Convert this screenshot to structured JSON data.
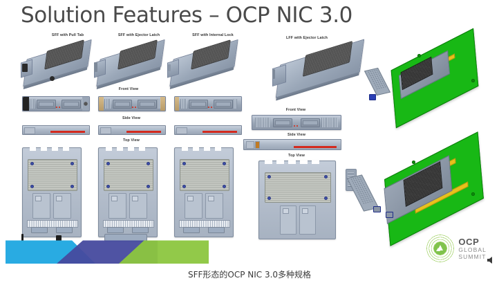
{
  "slide": {
    "title": "Solution Features – OCP NIC 3.0",
    "caption": "SFF形态的OCP NIC 3.0多种规格"
  },
  "labels": {
    "sff_pull_tab": "SFF with Pull Tab",
    "sff_ejector_latch": "SFF with Ejector Latch",
    "sff_internal_lock": "SFF with Internal Lock",
    "lff_ejector_latch": "LFF with Ejector Latch",
    "front_view_sff": "Front View",
    "side_view_sff": "Side View",
    "top_view_sff": "Top View",
    "front_view_lff": "Front View",
    "side_view_lff": "Side View",
    "top_view_lff": "Top View"
  },
  "logo": {
    "ocp": "OCP",
    "global": "GLOBAL",
    "summit": "SUMMIT",
    "mark_name": "ocp-sunburst-mark",
    "speaker_name": "speaker-icon"
  },
  "colors": {
    "title_gray": "#4a4a4a",
    "ribbon_blue": "#29abe2",
    "ribbon_purple": "#464a9e",
    "ribbon_green": "#8cc63f",
    "pcb_green": "#18b815",
    "gold_finger": "#e7c11c",
    "led_red": "#d42a1e",
    "logo_green": "#7ac043",
    "metal_gray": "#aab5c4"
  }
}
